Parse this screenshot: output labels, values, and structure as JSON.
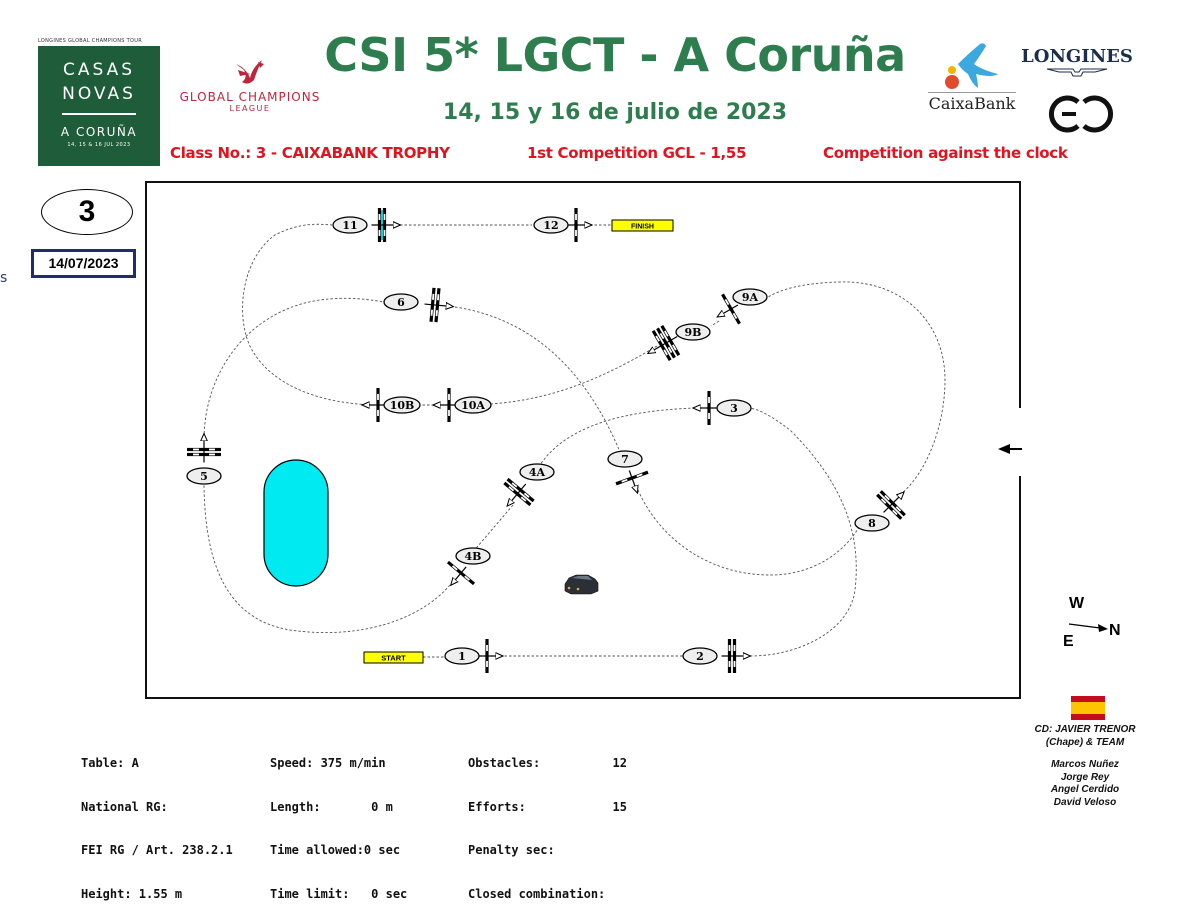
{
  "header": {
    "tour_label": "LONGINES GLOBAL CHAMPIONS TOUR",
    "casas_logo": {
      "line1": "CASAS",
      "line2": "NOVAS",
      "line3": "A CORUÑA",
      "line4": "14, 15 & 16 JUL 2023"
    },
    "gcl_logo": {
      "line1": "GLOBAL CHAMPIONS",
      "line2": "LEAGUE"
    },
    "title": "CSI 5* LGCT - A Coruña",
    "dates": "14, 15 y 16 de julio de 2023",
    "class_no": "Class No.: 3 - CAIXABANK TROPHY",
    "competition": "1st Competition GCL - 1,55",
    "competition_type": "Competition against the clock",
    "sponsor_logos": {
      "caixabank": "CaixaBank",
      "longines": "LONGINES",
      "gc": "GC"
    }
  },
  "class_badge": {
    "number": "3",
    "date": "14/07/2023"
  },
  "stray_text": "s",
  "course": {
    "start_label": "START",
    "finish_label": "FINISH",
    "obstacles": [
      {
        "label": "1",
        "type": "vertical"
      },
      {
        "label": "2",
        "type": "oxer"
      },
      {
        "label": "3",
        "type": "vertical"
      },
      {
        "label": "4A",
        "type": "oxer"
      },
      {
        "label": "4B",
        "type": "vertical"
      },
      {
        "label": "5",
        "type": "oxer"
      },
      {
        "label": "6",
        "type": "oxer"
      },
      {
        "label": "7",
        "type": "vertical"
      },
      {
        "label": "8",
        "type": "oxer"
      },
      {
        "label": "9A",
        "type": "vertical"
      },
      {
        "label": "9B",
        "type": "triple-bar"
      },
      {
        "label": "10A",
        "type": "vertical"
      },
      {
        "label": "10B",
        "type": "vertical"
      },
      {
        "label": "11",
        "type": "water-oxer"
      },
      {
        "label": "12",
        "type": "vertical"
      }
    ],
    "colors": {
      "water": "#00eaf2",
      "start_finish": "#ffff00",
      "path": "#555555"
    }
  },
  "info": {
    "col1": [
      "Table: A",
      "National RG:",
      "FEI RG / Art. 238.2.1",
      "Height: 1.55 m"
    ],
    "col2": [
      "Speed: 375 m/min",
      "Length:       0 m",
      "Time allowed:0 sec",
      "Time limit:   0 sec"
    ],
    "col3": [
      "Obstacles:          12",
      "Efforts:            15",
      "Penalty sec:",
      "Closed combination:"
    ]
  },
  "compass": {
    "w": "W",
    "e": "E",
    "n": "N"
  },
  "credits": {
    "designer": "CD: JAVIER TRENOR",
    "designer2": "(Chape) & TEAM",
    "team": [
      "Marcos Nuñez",
      "Jorge Rey",
      "Angel Cerdido",
      "David Veloso"
    ]
  },
  "colors": {
    "title_green": "#2e7d4f",
    "class_red": "#e0141e",
    "logo_green": "#1f5c3a",
    "gcl_red": "#c0243a"
  }
}
